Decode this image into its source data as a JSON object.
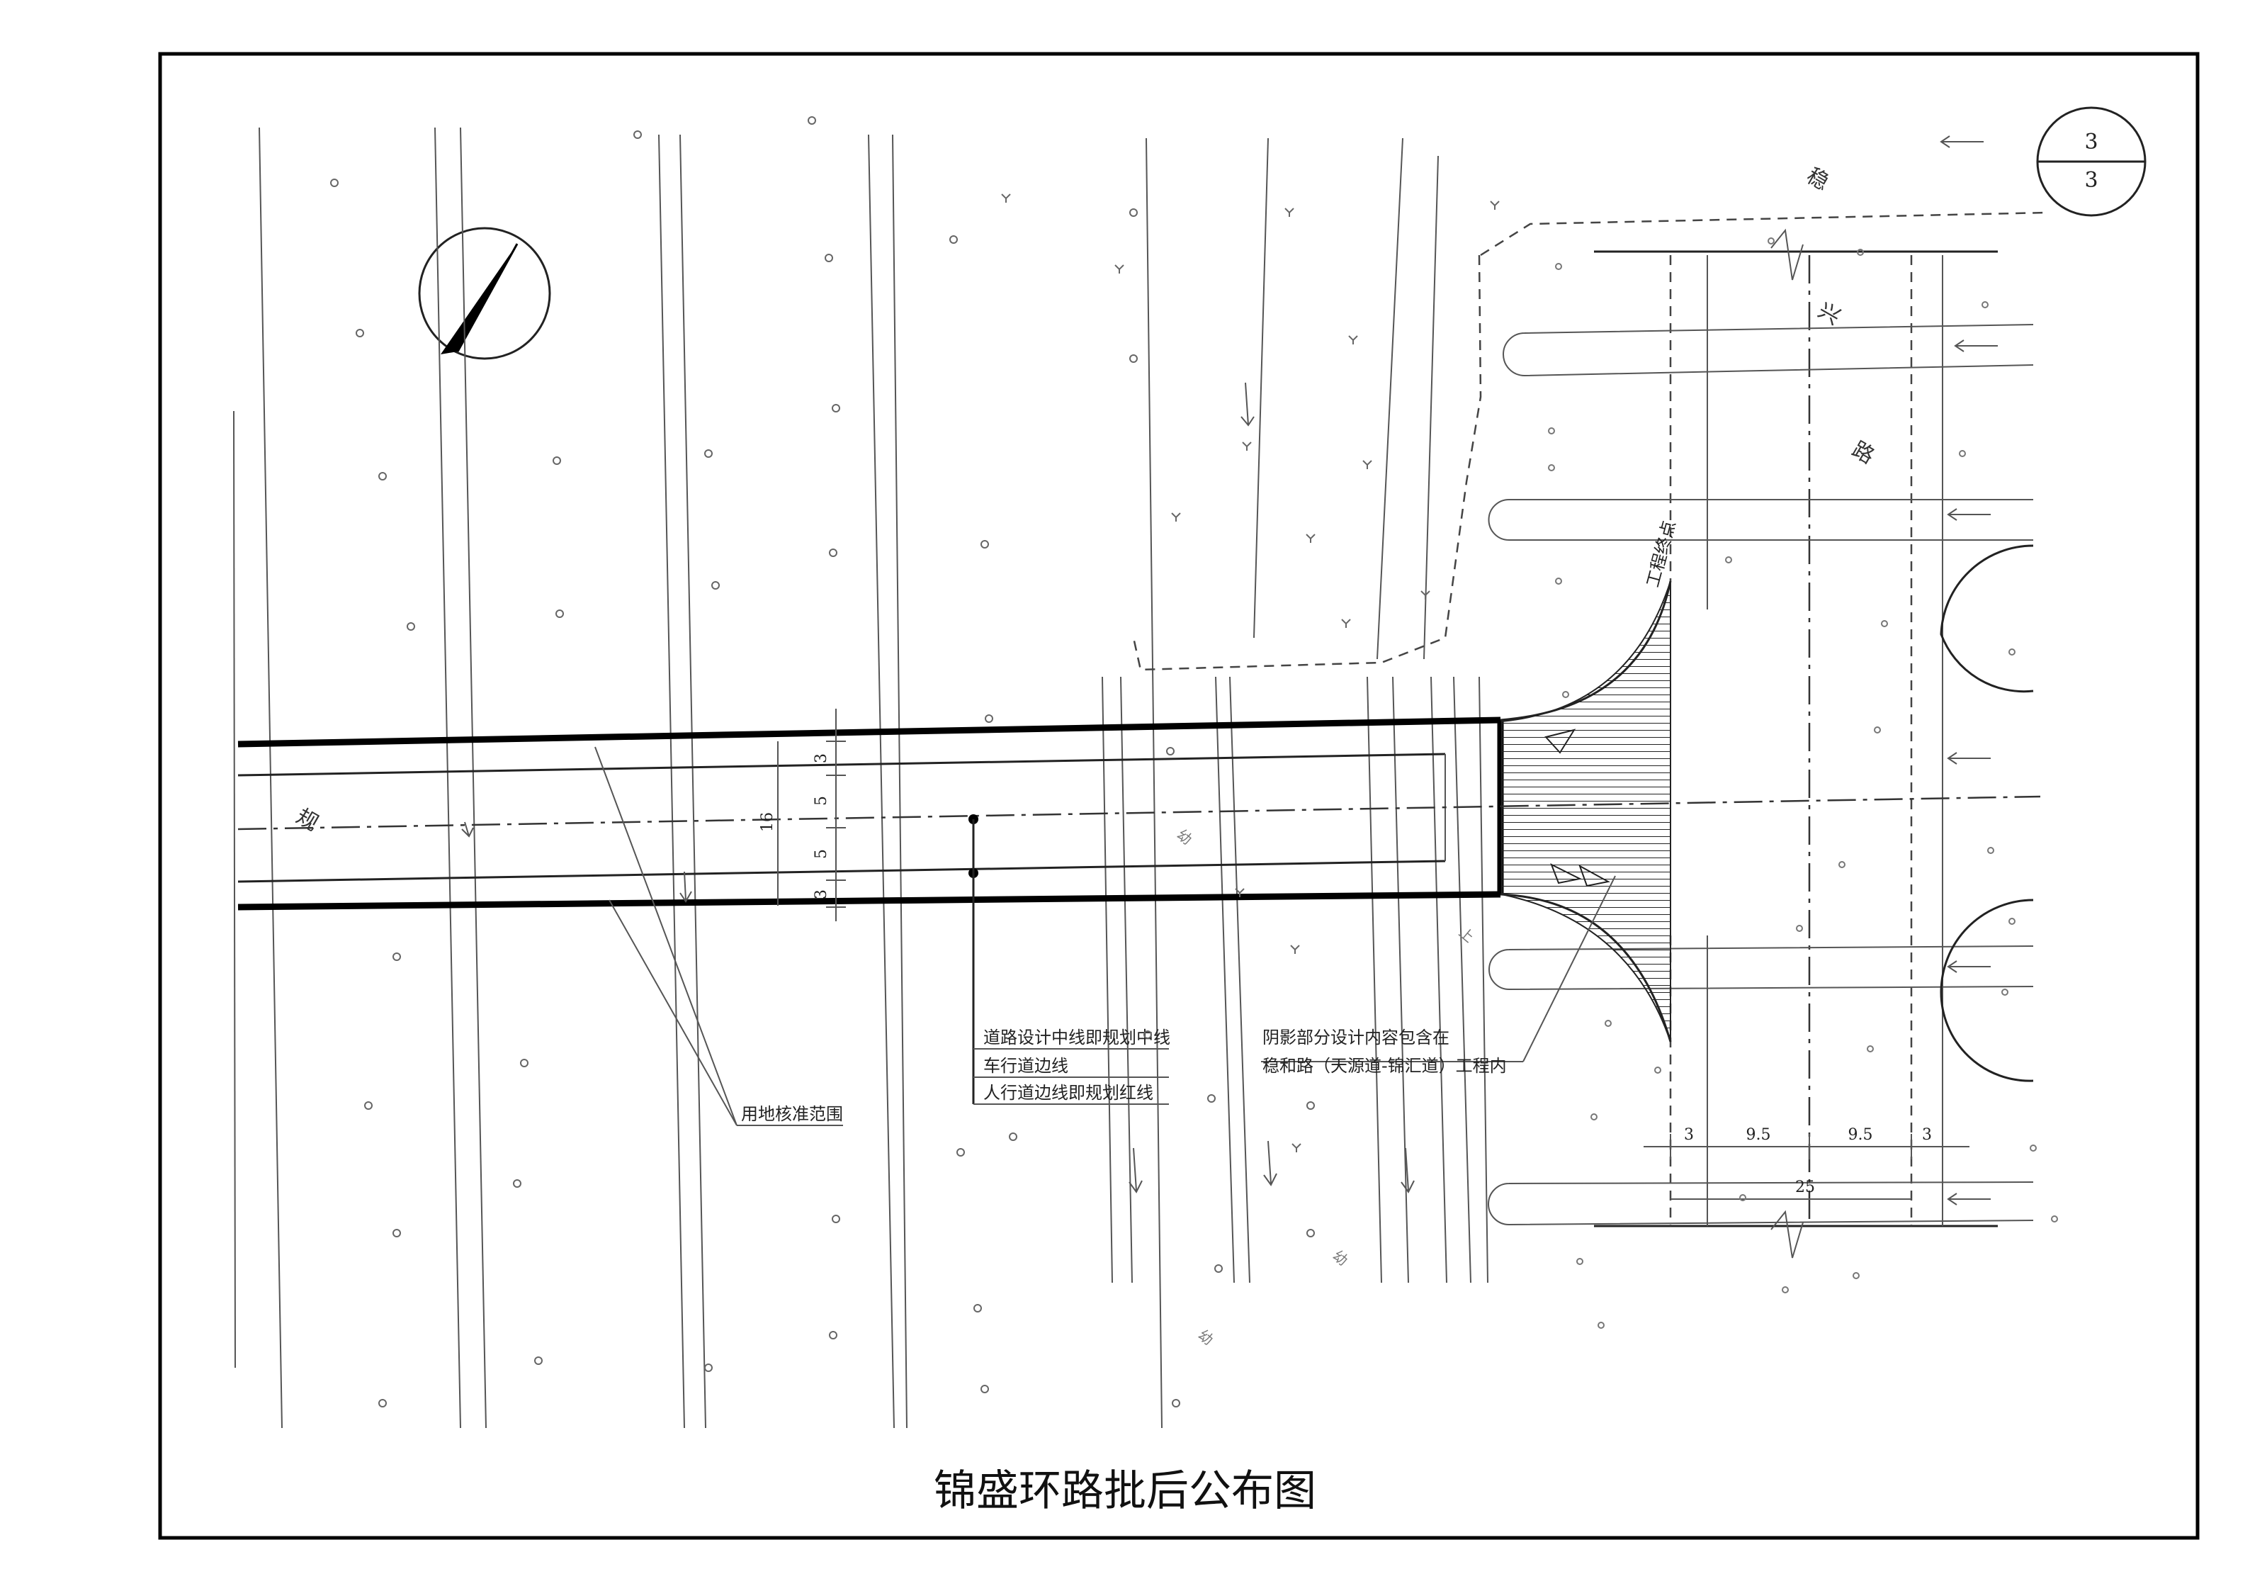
{
  "sheet": {
    "number": "3",
    "total": "3"
  },
  "title": "锦盛环路批后公布图",
  "roads": {
    "main_road_char": "规",
    "cross_road_chars": [
      "稳",
      "兴",
      "路"
    ],
    "labels_near": [
      "上",
      "幼",
      "幼",
      "幼"
    ]
  },
  "annotations": {
    "project_end_point": "工程终点",
    "land_check_scope": "用地核准范围",
    "centerline": "道路设计中线即规划中线",
    "carriageway_edge": "车行道边线",
    "sidewalk_edge": "人行道边线即规划红线",
    "hatched_note_line1": "阴影部分设计内容包含在",
    "hatched_note_line2": "稳和路（天源道-锦汇道）工程内"
  },
  "dimensions": {
    "vertical": [
      "3",
      "5",
      "5",
      "3"
    ],
    "total_width": "16",
    "horizontal": [
      "3",
      "9.5",
      "9.5",
      "3"
    ],
    "cross_total": "25"
  },
  "icons": [
    "north-arrow-icon",
    "tree-symbol-icon",
    "shrub-symbol-icon",
    "flow-arrow-icon"
  ]
}
